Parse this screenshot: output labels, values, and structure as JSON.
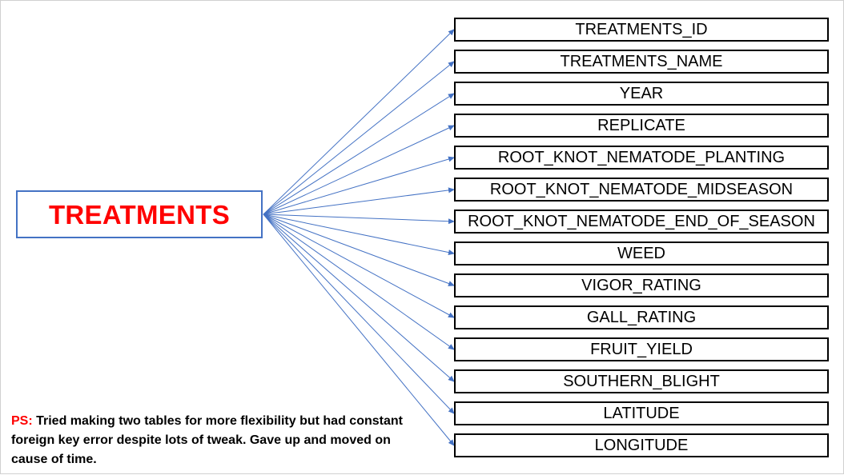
{
  "source": {
    "label": "TREATMENTS",
    "text_color": "#ff0000",
    "border_color": "#4472c4"
  },
  "fields": [
    "TREATMENTS_ID",
    "TREATMENTS_NAME",
    "YEAR",
    "REPLICATE",
    "ROOT_KNOT_NEMATODE_PLANTING",
    "ROOT_KNOT_NEMATODE_MIDSEASON",
    "ROOT_KNOT_NEMATODE_END_OF_SEASON",
    "WEED",
    "VIGOR_RATING",
    "GALL_RATING",
    "FRUIT_YIELD",
    "SOUTHERN_BLIGHT",
    "LATITUDE",
    "LONGITUDE"
  ],
  "arrow_color": "#4472c4",
  "note": {
    "prefix": "PS:",
    "text": " Tried making two tables for more flexibility but had constant foreign key error despite lots of tweak. Gave up and moved on cause of time."
  }
}
